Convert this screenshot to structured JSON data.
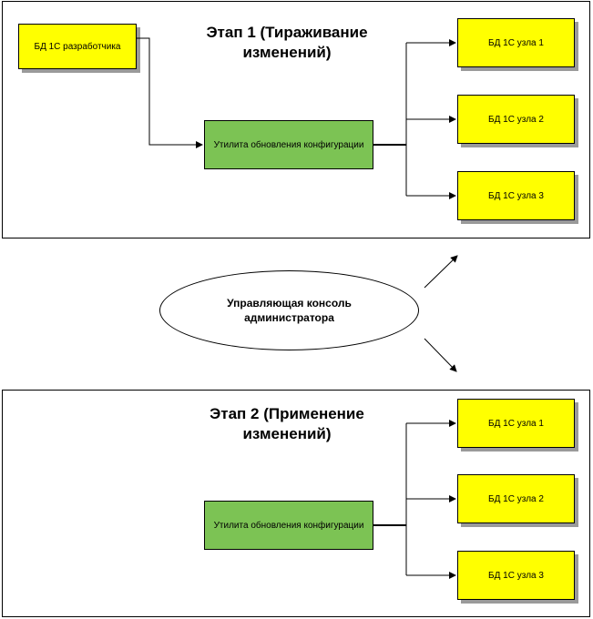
{
  "stage1": {
    "title_line1": "Этап 1 (Тираживание",
    "title_line2": "изменений)",
    "dev_db": "БД 1С разработчика",
    "utility": "Утилита обновления конфигурации",
    "nodes": [
      "БД 1С узла 1",
      "БД 1С узла 2",
      "БД 1С узла 3"
    ]
  },
  "console": {
    "line1": "Управляющая консоль",
    "line2": "администратора"
  },
  "stage2": {
    "title_line1": "Этап 2 (Применение",
    "title_line2": "изменений)",
    "utility": "Утилита обновления конфигурации",
    "nodes": [
      "БД 1С узла 1",
      "БД 1С узла 2",
      "БД 1С узла 3"
    ]
  }
}
